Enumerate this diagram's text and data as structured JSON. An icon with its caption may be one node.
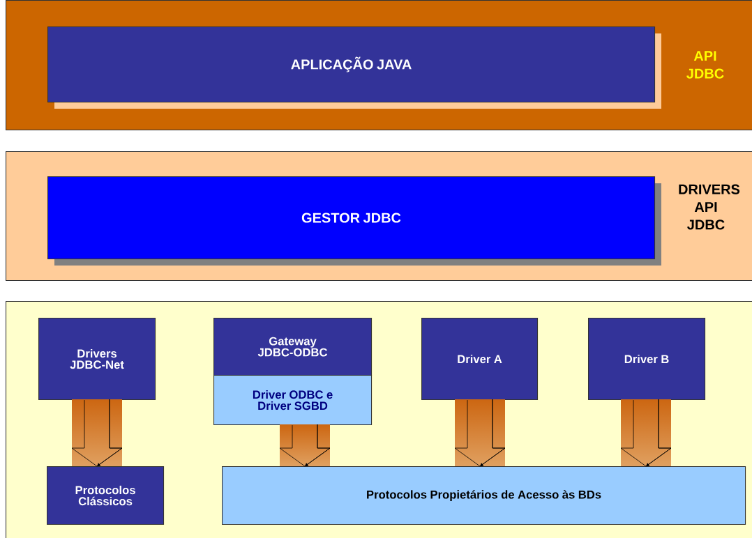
{
  "diagram": {
    "nodes": [
      {
        "text": [
          "API JDBC"
        ]
      },
      {
        "text": [
          "DRIVERS API JDBC"
        ]
      },
      {
        "text": [],
        "shape": "box"
      },
      {
        "text": [
          "APLICAÇÃO JAVA"
        ],
        "in": 0
      },
      {
        "text": [
          "GESTOR JDBC"
        ],
        "in": 1
      },
      {
        "text": [
          "Drivers JDBC-Net"
        ],
        "in": 2
      },
      {
        "text": [
          "Gateway JDBC-ODBC"
        ],
        "in": 2
      },
      {
        "text": [
          "Driver ODBC e Driver SGBD"
        ],
        "in": 2
      },
      {
        "text": [
          "Driver A"
        ],
        "in": 2
      },
      {
        "text": [
          "Driver B"
        ],
        "in": 2
      },
      {
        "text": [
          "Protocolos Clássicos"
        ],
        "in": 2
      },
      {
        "text": [
          "Protocolos Propietários de Acesso às BDs"
        ],
        "in": 2
      }
    ],
    "edges": [
      {
        "from": 5,
        "to": 10,
        "arrow": "to"
      },
      {
        "from": 7,
        "to": 11,
        "arrow": "to"
      },
      {
        "from": 8,
        "to": 11,
        "arrow": "to"
      },
      {
        "from": 9,
        "to": 11,
        "arrow": "to"
      }
    ]
  }
}
